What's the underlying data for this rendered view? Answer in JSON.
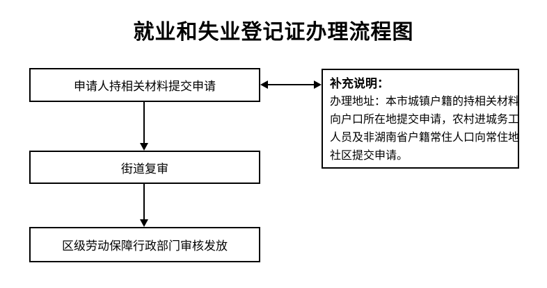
{
  "title": "就业和失业登记证办理流程图",
  "flow_boxes": [
    {
      "label": "申请人持相关材料提交申请"
    },
    {
      "label": "街道复审"
    },
    {
      "label": "区级劳动保障行政部门审核发放"
    }
  ],
  "note_box": {
    "heading": "补充说明：",
    "body_lines": [
      "办理地址：本市城镇户籍的持相关材料",
      "向户口所在地提交申请，农村进城务工",
      "人员及非湖南省户籍常住人口向常住地",
      "社区提交申请。"
    ]
  },
  "colors": {
    "line": "#000000",
    "background": "#ffffff",
    "text": "#000000"
  }
}
